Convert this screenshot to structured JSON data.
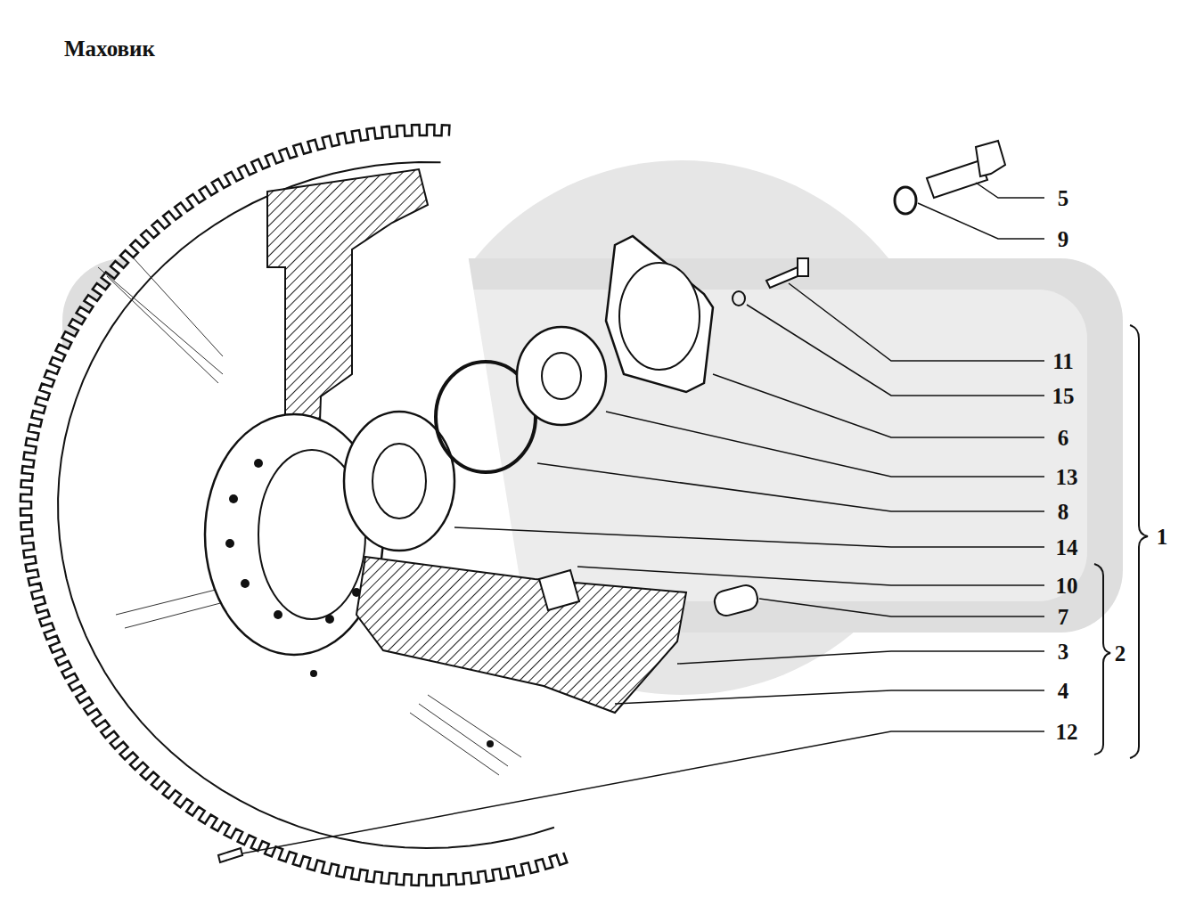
{
  "diagram": {
    "title": "Маховик",
    "labels": [
      "5",
      "9",
      "11",
      "15",
      "6",
      "13",
      "8",
      "14",
      "1",
      "10",
      "7",
      "3",
      "2",
      "4",
      "12"
    ]
  }
}
